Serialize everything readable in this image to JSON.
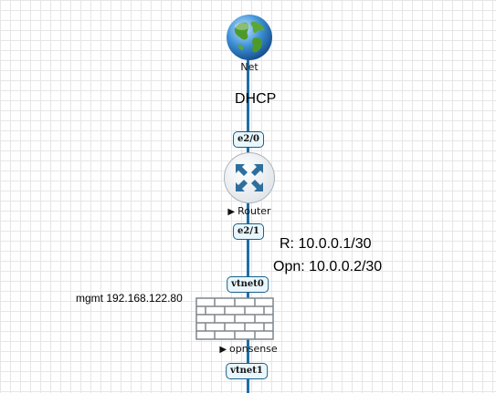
{
  "nodes": {
    "net": {
      "label": "Net",
      "icon": "globe-icon"
    },
    "router": {
      "label": "Router",
      "icon": "router-icon",
      "status_icon": "play-icon"
    },
    "opnsense": {
      "label": "opnsense",
      "icon": "firewall-icon",
      "status_icon": "play-icon"
    }
  },
  "interfaces": {
    "router_up": "e2/0",
    "router_down": "e2/1",
    "opnsense_up": "vtnet0",
    "opnsense_down": "vtnet1"
  },
  "annotations": {
    "dhcp": "DHCP",
    "router_ip": "R:  10.0.0.1/30",
    "opnsense_ip": "Opn: 10.0.0.2/30",
    "mgmt": "mgmt 192.168.122.80"
  },
  "colors": {
    "link": "#1f6ea6",
    "interface_border": "#1a5f86",
    "interface_fill": "#e9f6fb",
    "grid": "#e6e6e6"
  }
}
